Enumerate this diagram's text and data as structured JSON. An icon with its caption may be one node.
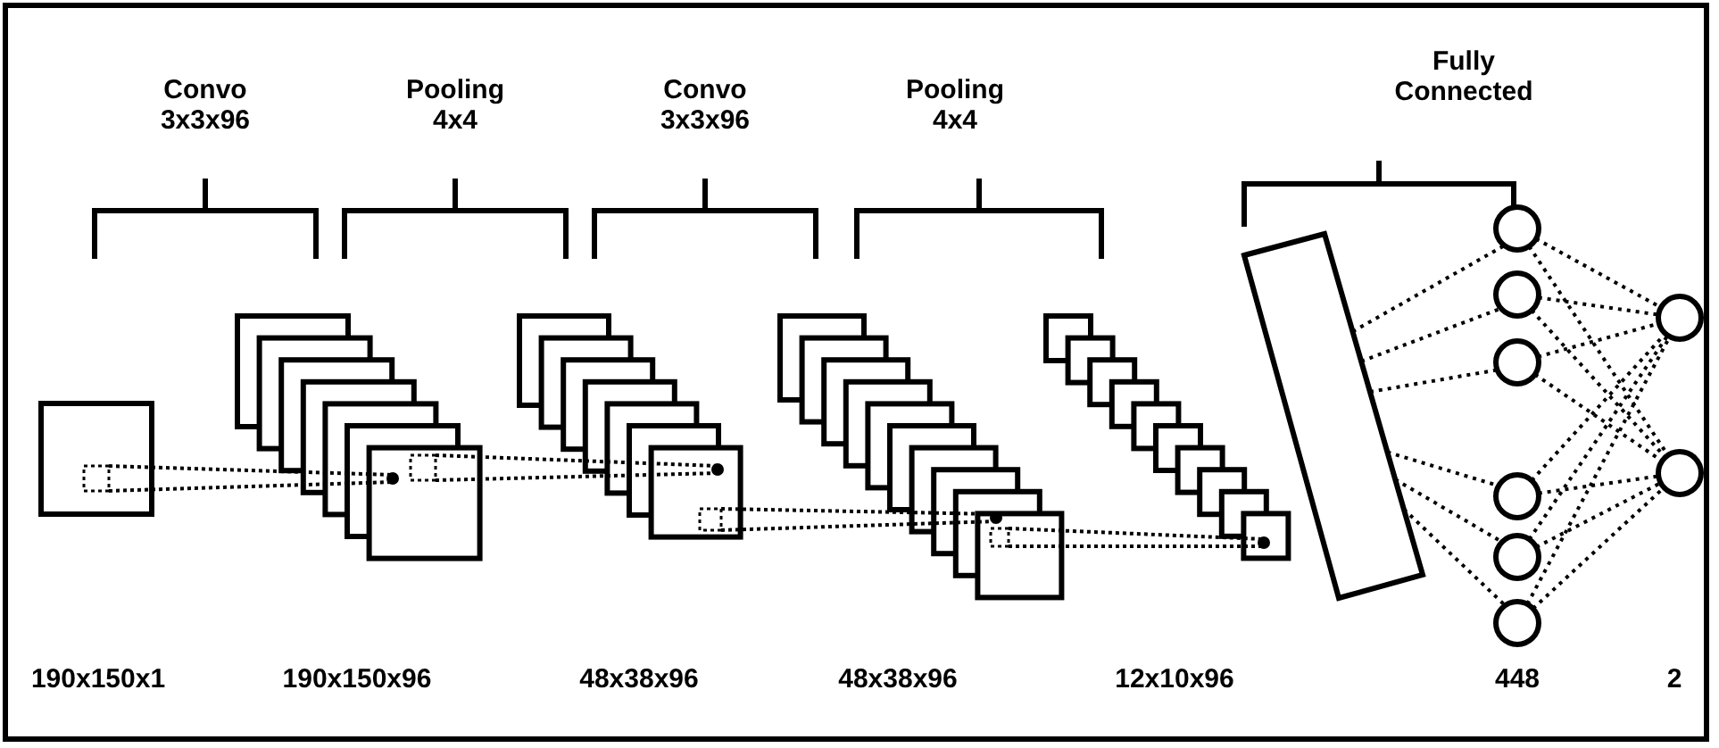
{
  "diagram": {
    "nodes": [
      {
        "text": [],
        "shape": "bar"
      },
      {
        "text": [],
        "shape": "circle"
      },
      {
        "text": [],
        "shape": "circle"
      },
      {
        "text": [],
        "shape": "circle"
      },
      {
        "text": [],
        "shape": "circle"
      },
      {
        "text": [],
        "shape": "circle"
      },
      {
        "text": [],
        "shape": "circle"
      },
      {
        "text": [],
        "shape": "circle"
      },
      {
        "text": [],
        "shape": "circle"
      }
    ],
    "edges": [
      {
        "from": 0,
        "to": 1,
        "arrow": "none",
        "style": "dashed"
      },
      {
        "from": 0,
        "to": 2,
        "arrow": "none",
        "style": "dashed"
      },
      {
        "from": 0,
        "to": 3,
        "arrow": "none",
        "style": "dashed"
      },
      {
        "from": 0,
        "to": 4,
        "arrow": "none",
        "style": "dashed"
      },
      {
        "from": 0,
        "to": 5,
        "arrow": "none",
        "style": "dashed"
      },
      {
        "from": 0,
        "to": 6,
        "arrow": "none",
        "style": "dashed"
      },
      {
        "from": 1,
        "to": 7,
        "arrow": "none",
        "style": "dashed"
      },
      {
        "from": 1,
        "to": 8,
        "arrow": "none",
        "style": "dashed"
      },
      {
        "from": 2,
        "to": 7,
        "arrow": "none",
        "style": "dashed"
      },
      {
        "from": 2,
        "to": 8,
        "arrow": "none",
        "style": "dashed"
      },
      {
        "from": 3,
        "to": 7,
        "arrow": "none",
        "style": "dashed"
      },
      {
        "from": 3,
        "to": 8,
        "arrow": "none",
        "style": "dashed"
      },
      {
        "from": 4,
        "to": 7,
        "arrow": "none",
        "style": "dashed"
      },
      {
        "from": 4,
        "to": 8,
        "arrow": "none",
        "style": "dashed"
      },
      {
        "from": 5,
        "to": 7,
        "arrow": "none",
        "style": "dashed"
      },
      {
        "from": 5,
        "to": 8,
        "arrow": "none",
        "style": "dashed"
      },
      {
        "from": 6,
        "to": 7,
        "arrow": "none",
        "style": "dashed"
      },
      {
        "from": 6,
        "to": 8,
        "arrow": "none",
        "style": "dashed"
      }
    ],
    "labels": [
      "Convo 3x3x96",
      "Pooling 4x4",
      "Convo 3x3x96",
      "Pooling 4x4",
      "Fully Connected",
      "190x150x1",
      "190x150x96",
      "48x38x96",
      "48x38x96",
      "12x10x96",
      "448",
      "2"
    ]
  }
}
